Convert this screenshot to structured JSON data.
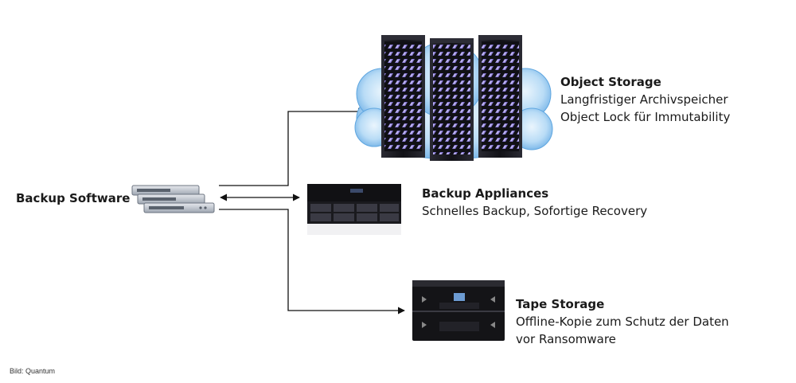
{
  "source": {
    "label": "Backup Software",
    "icon": "server-stack-icon"
  },
  "targets": [
    {
      "id": "object-storage",
      "icon": "cloud-server-racks-icon",
      "title": "Object Storage",
      "lines": [
        "Langfristiger Archivspeicher",
        "Object Lock für Immutability"
      ]
    },
    {
      "id": "backup-appliances",
      "icon": "backup-appliance-icon",
      "title": "Backup Appliances",
      "lines": [
        "Schnelles Backup, Sofortige Recovery"
      ]
    },
    {
      "id": "tape-storage",
      "icon": "tape-library-icon",
      "title": "Tape Storage",
      "lines": [
        "Offline-Kopie zum Schutz der Daten",
        "vor Ransomware"
      ]
    }
  ],
  "credit": "Bild: Quantum",
  "colors": {
    "cloud": "#8fc4ee",
    "rack": "#1c1c22",
    "drive_accent": "#8a7bd6",
    "line": "#111111"
  }
}
